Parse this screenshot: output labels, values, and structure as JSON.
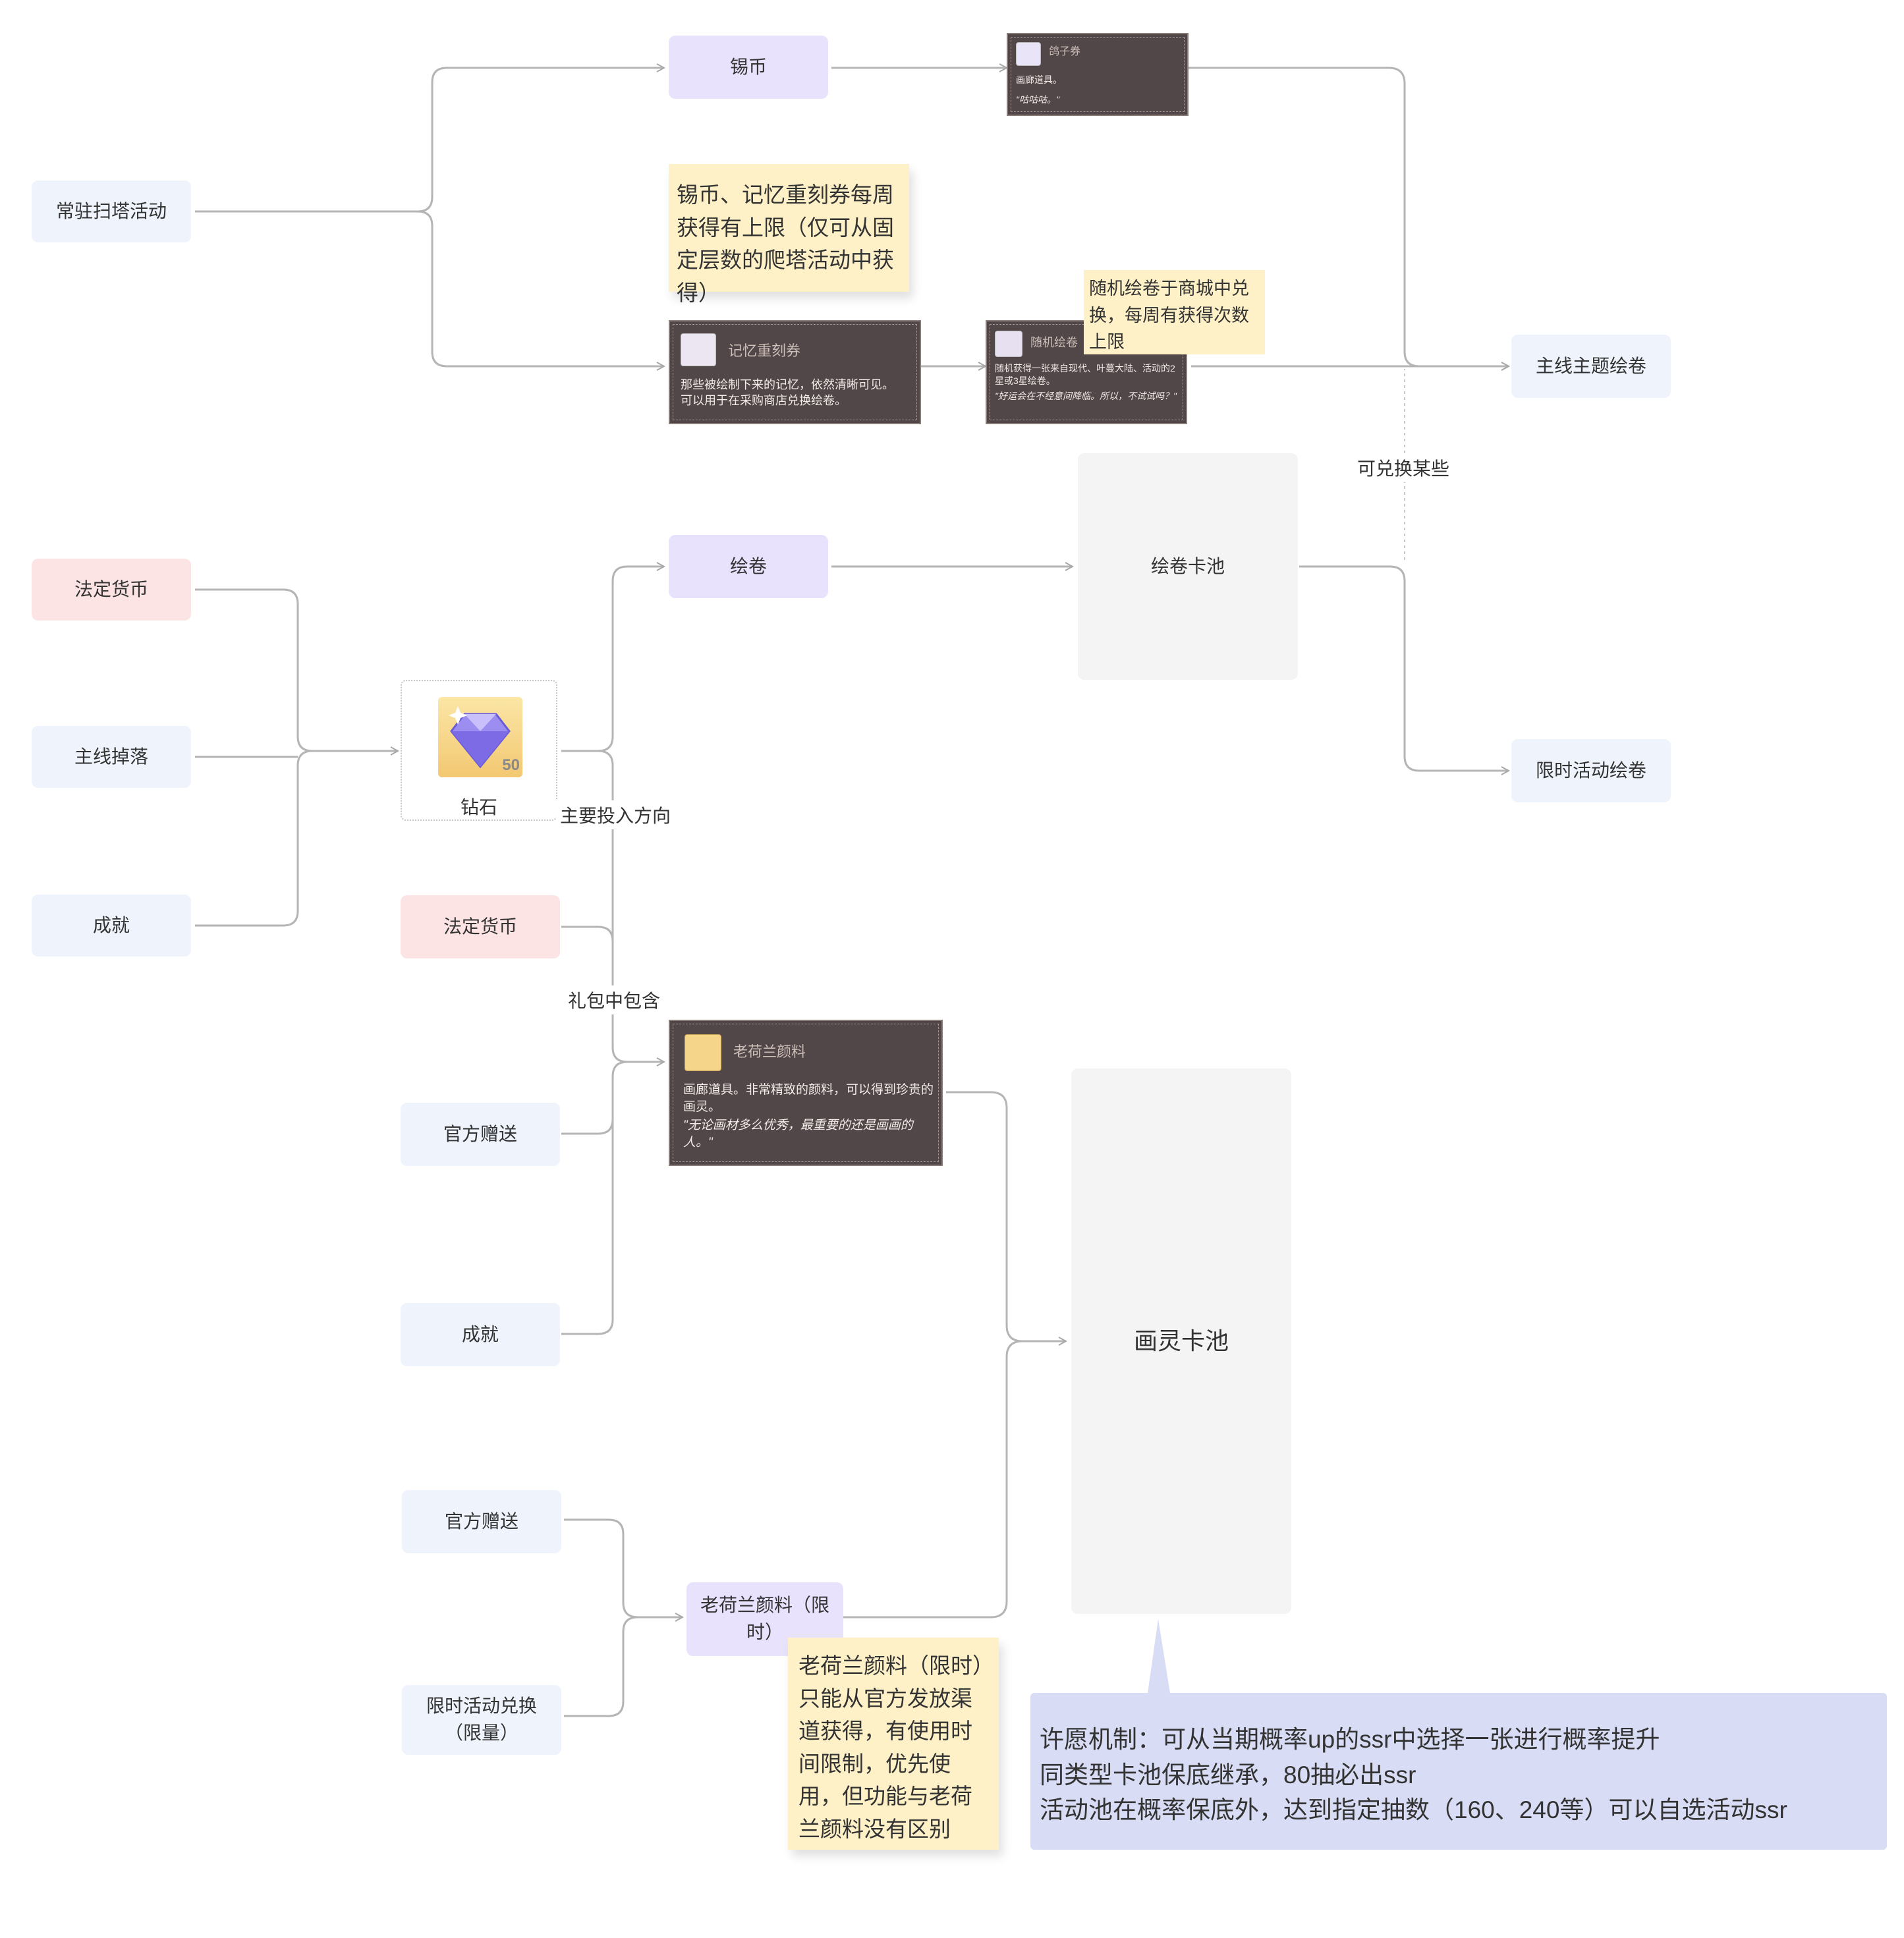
{
  "top": {
    "tower_activity": "常驻扫塔活动",
    "tin_coin": "锡币",
    "limit_note": "锡币、记忆重刻券每周获得有上限（仅可从固定层数的爬塔活动中获得）",
    "pigeon_card": {
      "name": "鸽子券",
      "desc": "画廊道具。",
      "quote": "\"咕咕咕。\""
    },
    "memory_card": {
      "name": "记忆重刻券",
      "desc": "那些被绘制下来的记忆，依然清晰可见。\n可以用于在采购商店兑换绘卷。"
    },
    "random_card": {
      "name": "随机绘卷",
      "desc": "随机获得一张来自现代、叶蔓大陆、活动的2星或3星绘卷。",
      "quote": "\"好运会在不经意间降临。所以，不试试吗？\""
    },
    "random_note": "随机绘卷于商城中兑换，每周有获得次数上限",
    "main_theme_scroll": "主线主题绘卷",
    "exchange_label": "可兑换某些"
  },
  "middle": {
    "legal_currency": "法定货币",
    "main_drop": "主线掉落",
    "achievement": "成就",
    "diamond_label": "钻石",
    "diamond_count": "50",
    "main_direction": "主要投入方向",
    "scroll": "绘卷",
    "scroll_pool": "绘卷卡池",
    "limited_scroll": "限时活动绘卷"
  },
  "bottom": {
    "legal_currency_2": "法定货币",
    "gift_label": "礼包中包含",
    "official_gift": "官方赠送",
    "achievement_2": "成就",
    "paint_card": {
      "name": "老荷兰颜料",
      "desc": "画廊道具。非常精致的颜料，可以得到珍贵的画灵。",
      "quote": "\"无论画材多么优秀，最重要的还是画画的人。\""
    },
    "spirit_pool": "画灵卡池",
    "official_gift_2": "官方赠送",
    "limited_exchange": "限时活动兑换（限量）",
    "limited_paint": "老荷兰颜料（限时）",
    "paint_note": "老荷兰颜料（限时）只能从官方发放渠道获得，有使用时间限制，优先使用，但功能与老荷兰颜料没有区别",
    "wish_lines": [
      "许愿机制：可从当期概率up的ssr中选择一张进行概率提升",
      "同类型卡池保底继承，80抽必出ssr",
      "活动池在概率保底外，达到指定抽数（160、240等）可以自选活动ssr"
    ]
  },
  "colors": {
    "node_blue": "#eef3fc",
    "node_pink": "#fde4e4",
    "node_purple": "#e8e2fd",
    "pool_gray": "#f4f4f4",
    "note_yellow": "#fff1c7",
    "wish_blue": "#d8dcf4",
    "card_dark": "#514648",
    "line_gray": "#b5b5b5"
  }
}
